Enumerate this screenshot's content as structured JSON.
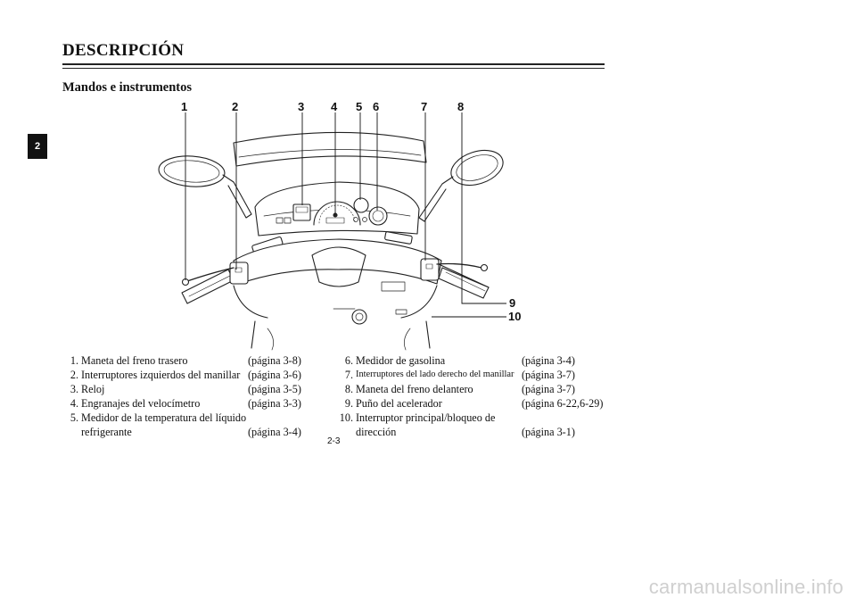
{
  "header": {
    "title": "DESCRIPCIÓN",
    "section": "Mandos e instrumentos"
  },
  "side_tab": "2",
  "callouts": [
    "1",
    "2",
    "3",
    "4",
    "5",
    "6",
    "7",
    "8",
    "9",
    "10"
  ],
  "legend_left": [
    {
      "num": "1.",
      "label": "Maneta del freno trasero",
      "page": "(página 3-8)"
    },
    {
      "num": "2.",
      "label": "Interruptores izquierdos del manillar",
      "page": "(página 3-6)"
    },
    {
      "num": "3.",
      "label": "Reloj",
      "page": "(página 3-5)"
    },
    {
      "num": "4.",
      "label": "Engranajes del velocímetro",
      "page": "(página 3-3)"
    },
    {
      "num": "5.",
      "label": "Medidor de la temperatura del líquido",
      "page": ""
    },
    {
      "num": "",
      "label": "refrigerante",
      "page": "(página 3-4)"
    }
  ],
  "legend_right": [
    {
      "num": "6.",
      "label": "Medidor de gasolina",
      "page": "(página 3-4)"
    },
    {
      "num": "7.",
      "label": "Interruptores del lado derecho del manillar",
      "page": "(página 3-7)"
    },
    {
      "num": "8.",
      "label": "Maneta del freno delantero",
      "page": "(página 3-7)"
    },
    {
      "num": "9.",
      "label": "Puño del acelerador",
      "page": "(página 6-22,6-29)"
    },
    {
      "num": "10.",
      "label": "Interruptor principal/bloqueo de",
      "page": ""
    },
    {
      "num": "",
      "label": "dirección",
      "page": "(página 3-1)"
    }
  ],
  "page_number": "2-3",
  "watermark": "carmanualsonline.info"
}
